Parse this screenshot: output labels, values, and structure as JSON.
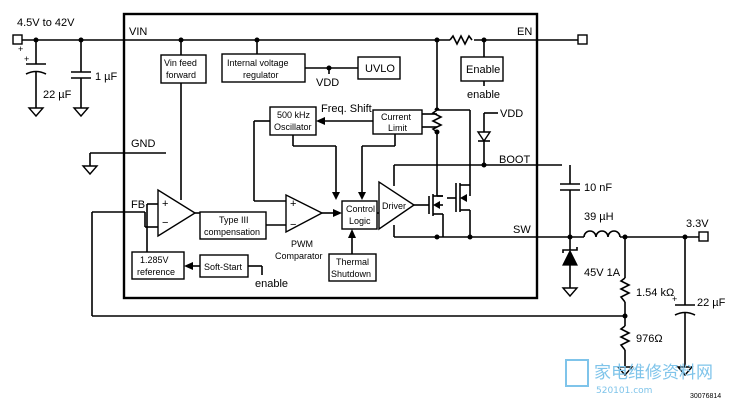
{
  "labels": {
    "vin_range": "4.5V to 42V",
    "vin": "VIN",
    "en": "EN",
    "gnd": "GND",
    "fb": "FB",
    "boot": "BOOT",
    "sw": "SW",
    "vdd_pin": "VDD",
    "vdd_reg": "VDD",
    "enable_text": "enable",
    "softstart_enable": "enable",
    "freq_shift": "Freq. Shift",
    "pwm_comparator_1": "PWM",
    "pwm_comparator_2": "Comparator",
    "vout": "3.3V",
    "plus": "+",
    "minus": "−",
    "plus2": "+",
    "minus2": "−",
    "cap_plus1": "+",
    "cap_plus2": "+",
    "pin_in_plus": "+"
  },
  "blocks": {
    "vin_ff_1": "Vin feed",
    "vin_ff_2": "forward",
    "reg_1": "Internal voltage",
    "reg_2": "regulator",
    "uvlo": "UVLO",
    "enable": "Enable",
    "osc_1": "500 kHz",
    "osc_2": "Oscillator",
    "cl_1": "Current",
    "cl_2": "Limit",
    "type3_1": "Type III",
    "type3_2": "compensation",
    "control_1": "Control",
    "control_2": "Logic",
    "driver": "Driver",
    "ref_1": "1.285V",
    "ref_2": "reference",
    "softstart": "Soft-Start",
    "thermal_1": "Thermal",
    "thermal_2": "Shutdown"
  },
  "components": {
    "c_in_bulk": "22 µF",
    "c_in_cer": "1 µF",
    "c_boot": "10 nF",
    "inductor": "39 µH",
    "diode": "45V 1A",
    "r_top": "1.54 kΩ",
    "r_bot": "976Ω",
    "c_out": "22 µF"
  },
  "footer": {
    "part_no": "30076814",
    "watermark_cn": "家电维修资料网",
    "watermark_url": "520101.com"
  }
}
